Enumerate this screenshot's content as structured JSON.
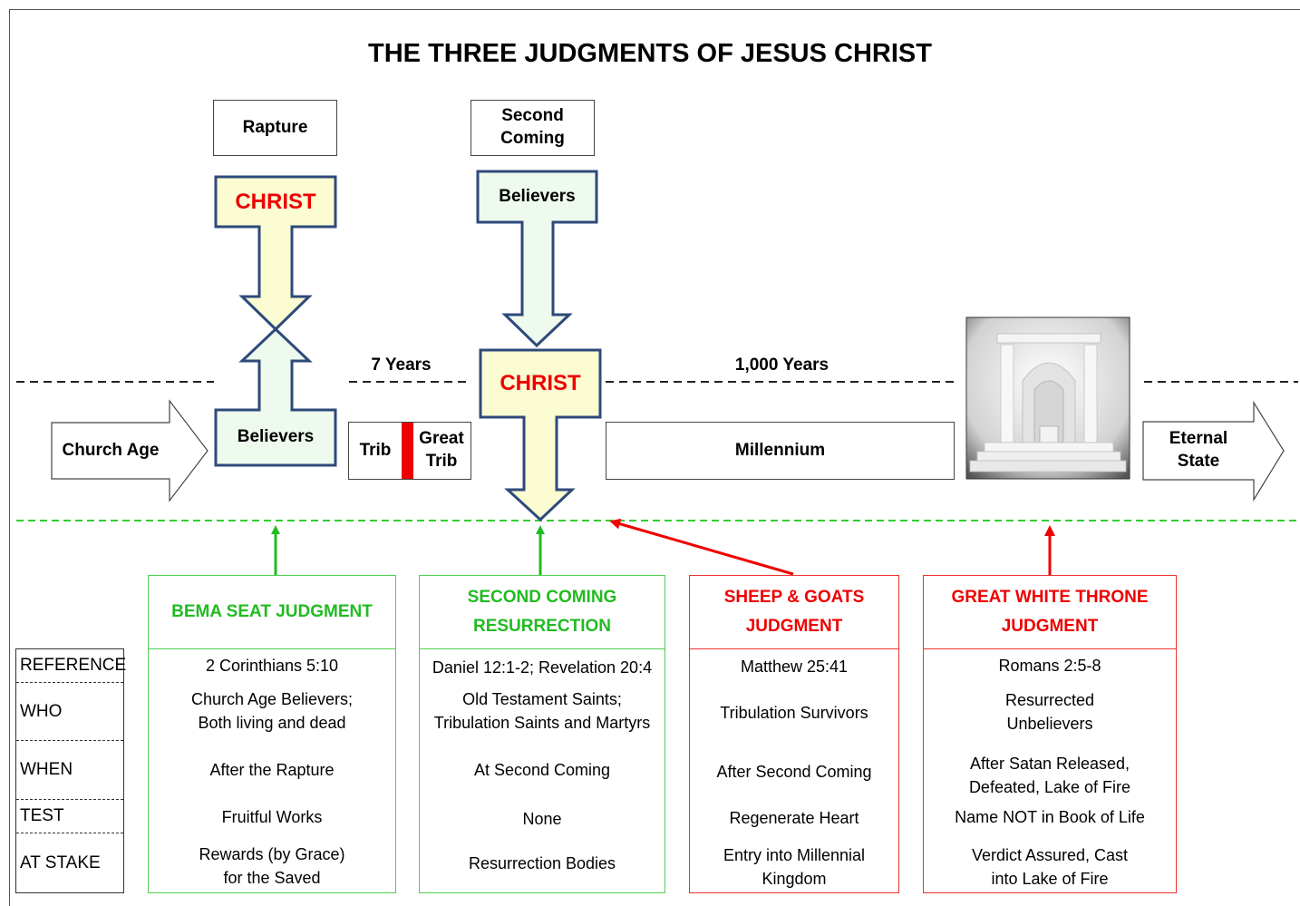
{
  "title": "THE THREE JUDGMENTS OF JESUS CHRIST",
  "timeline": {
    "rapture": "Rapture",
    "second_coming": "Second Coming",
    "christ_1": "CHRIST",
    "believers_1": "Believers",
    "believers_2": "Believers",
    "christ_2": "CHRIST",
    "seven_years": "7 Years",
    "thousand_years": "1,000 Years",
    "church_age": "Church Age",
    "trib": "Trib",
    "great_trib": "Great Trib",
    "millennium": "Millennium",
    "eternal_state": "Eternal State"
  },
  "row_labels": [
    "REFERENCE",
    "WHO",
    "WHEN",
    "TEST",
    "AT STAKE"
  ],
  "judgments": [
    {
      "heading": "BEMA SEAT JUDGMENT",
      "reference": "2 Corinthians 5:10",
      "who": "Church Age Believers; Both living and dead",
      "when": "After the Rapture",
      "test": "Fruitful Works",
      "at_stake": "Rewards (by Grace) for the Saved"
    },
    {
      "heading": "SECOND COMING RESURRECTION",
      "reference": "Daniel 12:1-2; Revelation 20:4",
      "who": "Old Testament Saints; Tribulation Saints and Martyrs",
      "when": "At Second Coming",
      "test": "None",
      "at_stake": "Resurrection Bodies"
    },
    {
      "heading": "SHEEP & GOATS JUDGMENT",
      "reference": "Matthew 25:41",
      "who": "Tribulation Survivors",
      "when": "After Second Coming",
      "test": "Regenerate Heart",
      "at_stake": "Entry into Millennial Kingdom"
    },
    {
      "heading": "GREAT WHITE THRONE JUDGMENT",
      "reference": "Romans 2:5-8",
      "who": "Resurrected Unbelievers",
      "when": "After Satan Released, Defeated, Lake of Fire",
      "test": "Name NOT in Book of Life",
      "at_stake": "Verdict Assured, Cast into Lake of Fire"
    }
  ],
  "colors": {
    "green": "#22bb22",
    "red": "#ee0000",
    "arrow_outline": "#2e4a7a",
    "yellow_fill": "#fbfcd2",
    "green_fill": "#eefaee"
  },
  "icons": [
    "throne-image"
  ]
}
